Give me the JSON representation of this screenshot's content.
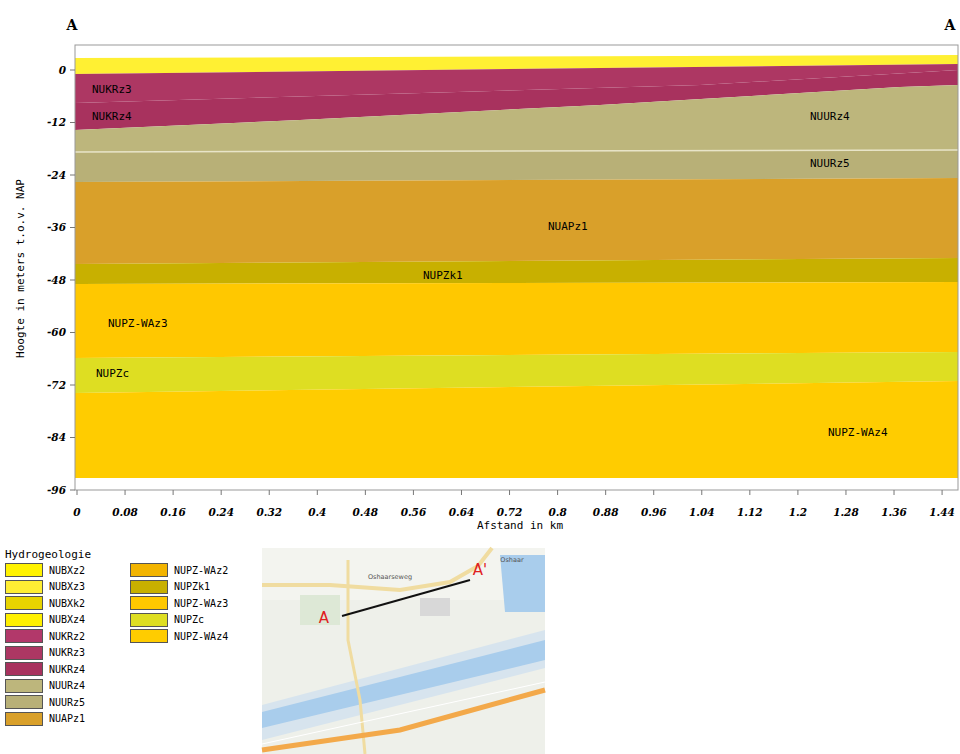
{
  "diagram": {
    "labels": [
      "A",
      "A",
      "0",
      "-12",
      "-24",
      "-36",
      "-48",
      "-60",
      "-72",
      "-84",
      "-96",
      "0",
      "0.08",
      "0.16",
      "0.24",
      "0.32",
      "0.4",
      "0.48",
      "0.56",
      "0.64",
      "0.72",
      "0.8",
      "0.88",
      "0.96",
      "1.04",
      "1.12",
      "1.2",
      "1.28",
      "1.36",
      "1.44",
      "Hoogte in meters t.o.v. NAP",
      "Afstand in km",
      "NUKRz3",
      "NUKRz4",
      "NUURz4",
      "NUURz5",
      "NUAPz1",
      "NUPZk1",
      "NUPZ-WAz3",
      "NUPZc",
      "NUPZ-WAz4",
      "Hydrogeologie",
      "A",
      "A'",
      "Oshaarseweg",
      "Oshaar"
    ],
    "legend": [
      {
        "text": "NUBXz2",
        "color": "#fff200"
      },
      {
        "text": "NUBXz3",
        "color": "#ffee33"
      },
      {
        "text": "NUBXk2",
        "color": "#e8d400"
      },
      {
        "text": "NUBXz4",
        "color": "#fff000"
      },
      {
        "text": "NUKRz2",
        "color": "#b2386a"
      },
      {
        "text": "NUKRz3",
        "color": "#ad3763"
      },
      {
        "text": "NUKRz4",
        "color": "#a8325e"
      },
      {
        "text": "NUURz4",
        "color": "#bdb67c"
      },
      {
        "text": "NUURz5",
        "color": "#b8b077"
      },
      {
        "text": "NUAPz1",
        "color": "#d9a02a"
      },
      {
        "text": "NUPZ-WAz2",
        "color": "#f2b400"
      },
      {
        "text": "NUPZk1",
        "color": "#c8b000"
      },
      {
        "text": "NUPZ-WAz3",
        "color": "#ffc800"
      },
      {
        "text": "NUPZc",
        "color": "#dede22"
      },
      {
        "text": "NUPZ-WAz4",
        "color": "#ffcc00"
      }
    ]
  }
}
